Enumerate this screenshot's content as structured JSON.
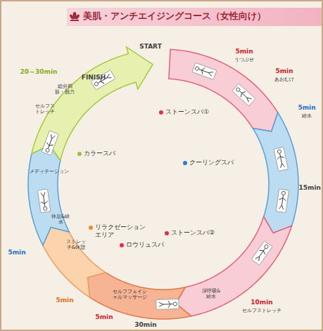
{
  "diagram": {
    "title": "美肌・アンチエイジングコース（女性向け）",
    "labels": [
      "START",
      "5min",
      "うつぶせ",
      "5min",
      "あおむけ",
      "5min",
      "給水",
      "15min",
      "10min",
      "セルフストレッチ",
      "30min",
      "5min",
      "5min",
      "5min",
      "20～30min",
      "FINISH",
      "総分四肢・脱力",
      "セルフストレッチ",
      "メディテーション",
      "休息&給水",
      "ストレッチ&休憩",
      "セルフフェイシャルマッサージ",
      "深呼吸&給水"
    ],
    "legend": [
      {
        "text": "ストーンスパ①",
        "color": "#e03048"
      },
      {
        "text": "クーリングスパ",
        "color": "#2a7fd0"
      },
      {
        "text": "ストーンスパ②",
        "color": "#e03048"
      },
      {
        "text": "ロウリュスパ",
        "color": "#e03048"
      },
      {
        "text": "リラクゼーションエリア",
        "color": "#e88a30"
      },
      {
        "text": "カラースパ",
        "color": "#9bc03a"
      }
    ]
  }
}
